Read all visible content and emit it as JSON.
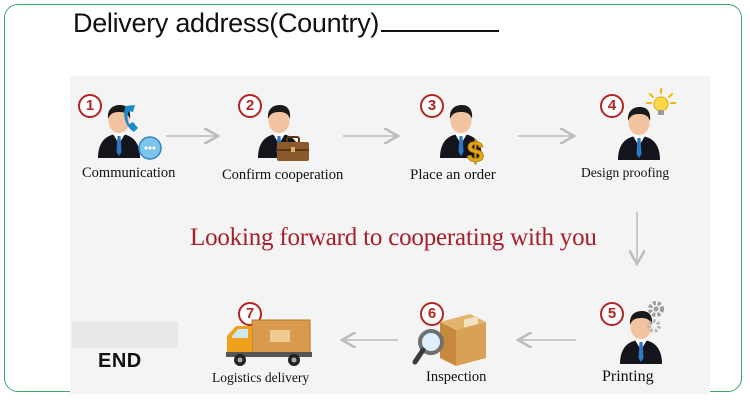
{
  "title": {
    "text": "Delivery address(Country)"
  },
  "slogan": "Looking forward to cooperating with you",
  "end_label": "END",
  "steps": [
    {
      "number": "1",
      "label": "Communication",
      "icon": "person-phone-icon"
    },
    {
      "number": "2",
      "label": "Confirm cooperation",
      "icon": "person-briefcase-icon"
    },
    {
      "number": "3",
      "label": "Place an order",
      "icon": "person-dollar-icon"
    },
    {
      "number": "4",
      "label": "Design proofing",
      "icon": "person-lightbulb-icon"
    },
    {
      "number": "5",
      "label": "Printing",
      "icon": "person-gears-icon"
    },
    {
      "number": "6",
      "label": "Inspection",
      "icon": "box-magnifier-icon"
    },
    {
      "number": "7",
      "label": "Logistics delivery",
      "icon": "delivery-truck-icon"
    }
  ],
  "colors": {
    "frame": "#3aa76d",
    "number": "#b52323",
    "slogan": "#a51e2a",
    "arrow": "#c9c9c9"
  }
}
